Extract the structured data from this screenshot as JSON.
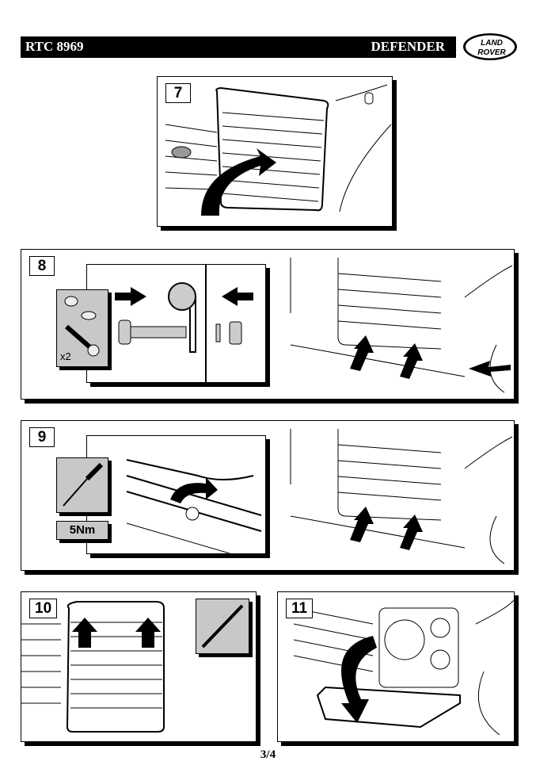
{
  "header": {
    "document_code": "RTC 8969",
    "model": "DEFENDER",
    "logo_line1": "LAND",
    "logo_line2": "ROVER"
  },
  "steps": [
    {
      "number": "7",
      "illustration": "grille-lift-into-place",
      "arrows": [
        "curved-arrow"
      ]
    },
    {
      "number": "8",
      "illustration": "grille-fixing-bolt-assembly",
      "parts_quantity": "x2",
      "parts": [
        "nut",
        "washer",
        "bolt"
      ],
      "arrows": [
        "right-arrow",
        "left-arrow",
        "up-arrow",
        "up-arrow",
        "left-arrow"
      ]
    },
    {
      "number": "9",
      "illustration": "tighten-fixing",
      "tool": "screwdriver",
      "torque": "5Nm",
      "arrows": [
        "curved-arrow",
        "up-arrow",
        "up-arrow"
      ]
    },
    {
      "number": "10",
      "illustration": "mark-grille-holes",
      "tool": "pencil",
      "arrows": [
        "up-arrow",
        "up-arrow"
      ]
    },
    {
      "number": "11",
      "illustration": "fit-grille-tray",
      "arrows": [
        "curved-down-arrow"
      ]
    }
  ],
  "footer": {
    "page": "3/4"
  }
}
